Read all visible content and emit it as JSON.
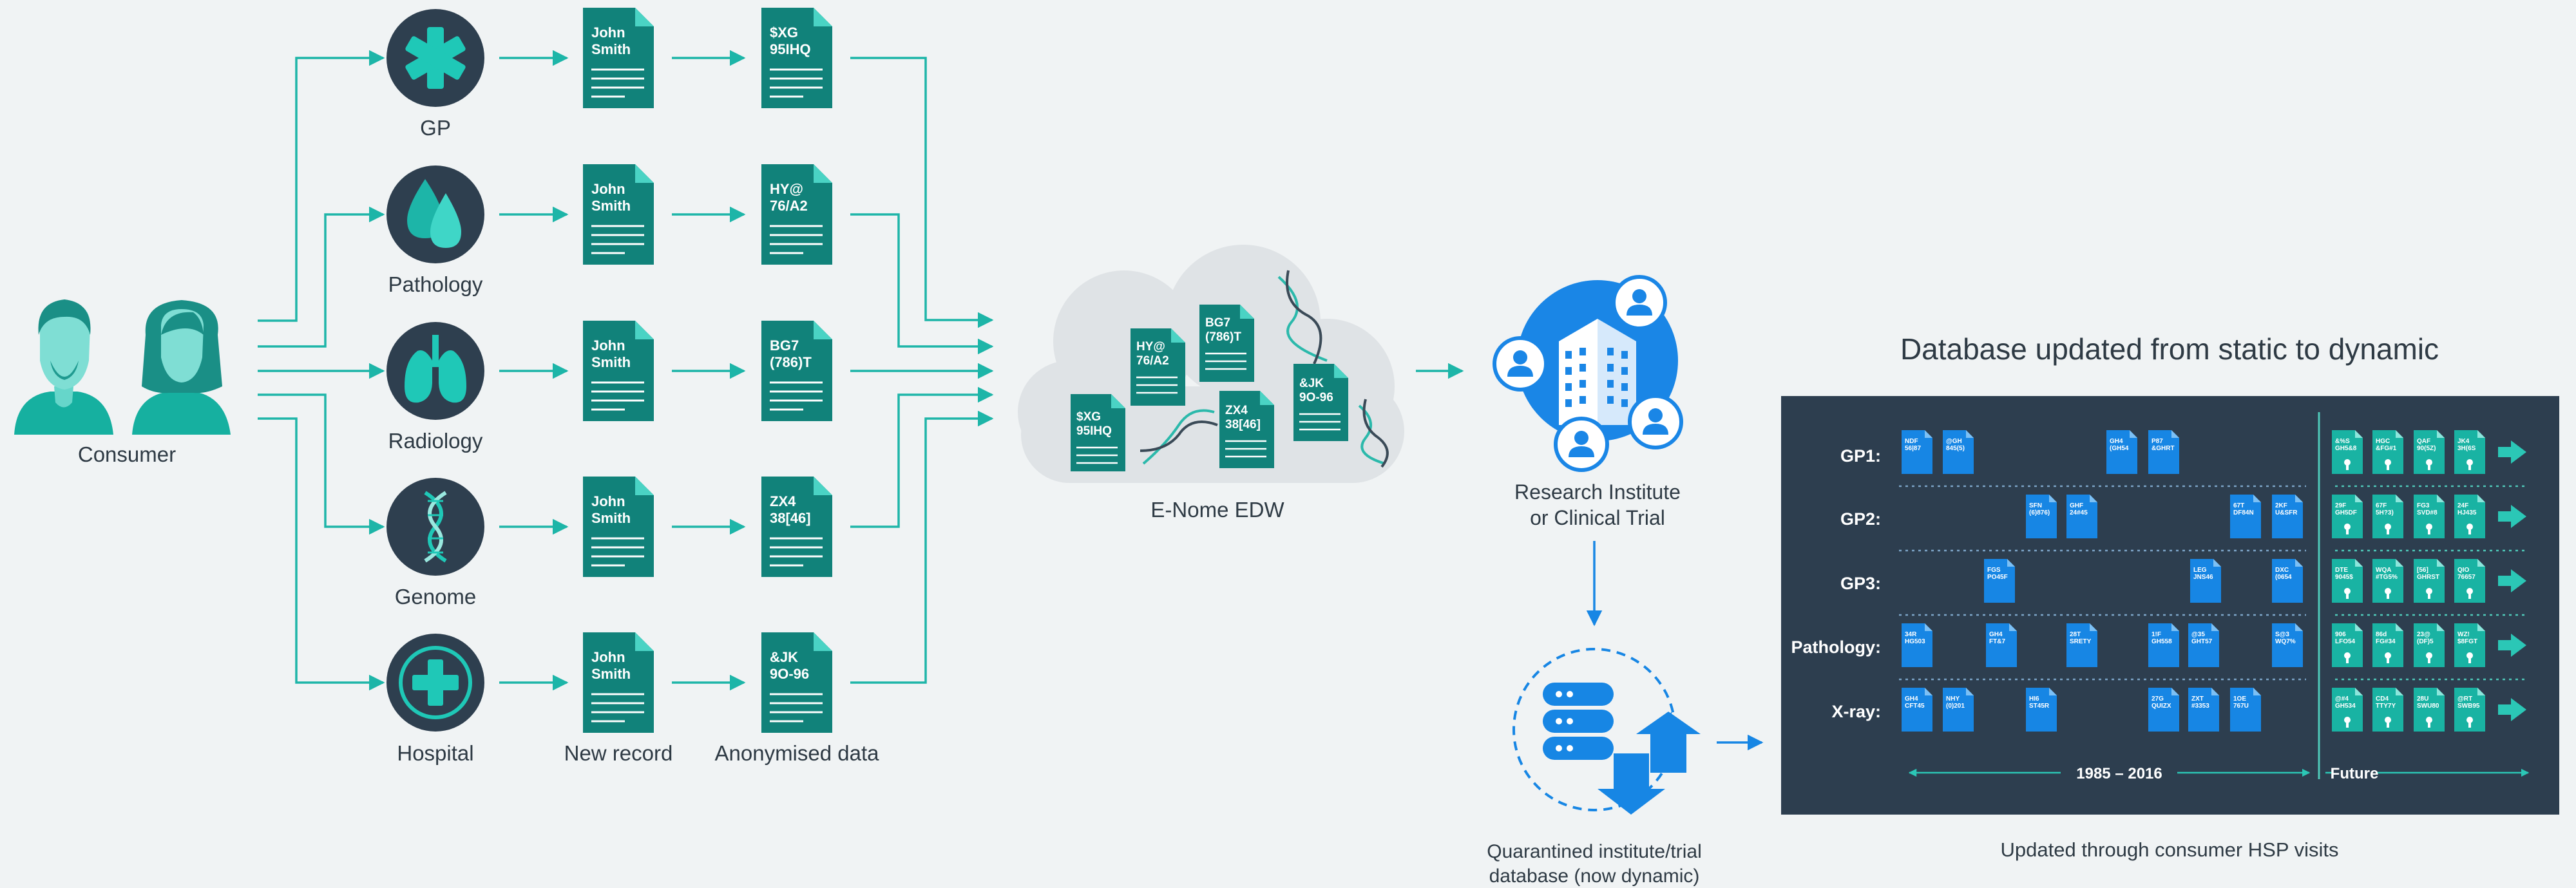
{
  "consumer": {
    "label": "Consumer"
  },
  "sources": [
    {
      "label": "GP",
      "icon": "asterisk-icon",
      "record": [
        "John",
        "Smith"
      ],
      "anon": [
        "$XG",
        "95IHQ"
      ]
    },
    {
      "label": "Pathology",
      "icon": "drop-icon",
      "record": [
        "John",
        "Smith"
      ],
      "anon": [
        "HY@",
        "76/A2"
      ]
    },
    {
      "label": "Radiology",
      "icon": "lungs-icon",
      "record": [
        "John",
        "Smith"
      ],
      "anon": [
        "BG7",
        "(786)T"
      ]
    },
    {
      "label": "Genome",
      "icon": "dna-icon",
      "record": [
        "John",
        "Smith"
      ],
      "anon": [
        "ZX4",
        "38[46]"
      ]
    },
    {
      "label": "Hospital",
      "icon": "medical-cross-icon",
      "record": [
        "John",
        "Smith"
      ],
      "anon": [
        "&JK",
        "9O-96"
      ]
    }
  ],
  "columns": {
    "new_record": "New record",
    "anonymised": "Anonymised data"
  },
  "edw": {
    "label": "E-Nome EDW",
    "docs": [
      [
        "HY@",
        "76/A2"
      ],
      [
        "BG7",
        "(786)T"
      ],
      [
        "$XG",
        "95IHQ"
      ],
      [
        "ZX4",
        "38[46]"
      ],
      [
        "&JK",
        "9O-96"
      ]
    ]
  },
  "research": {
    "line1": "Research Institute",
    "line2": "or Clinical Trial"
  },
  "quarantine": {
    "line1": "Quarantined institute/trial",
    "line2": "database (now dynamic)"
  },
  "panel": {
    "title": "Database updated from static to dynamic",
    "caption": "Updated through consumer HSP visits",
    "range_label": "1985 – 2016",
    "future_label": "Future",
    "rows": [
      {
        "label": "GP1:",
        "docs": [
          [
            "NDF",
            "56|87"
          ],
          [
            "@GH",
            "845(5)"
          ],
          [
            "GH4",
            "(GH54"
          ],
          [
            "P87",
            "&GHRT"
          ]
        ],
        "future": [
          [
            "&%S",
            "GH5&8"
          ],
          [
            "HGC",
            "&FG#1"
          ],
          [
            "QAF",
            "90(5Z)"
          ],
          [
            "JK4",
            "3H(6S"
          ]
        ]
      },
      {
        "label": "GP2:",
        "docs": [
          [
            "SFN",
            "(6)876)"
          ],
          [
            "GHF",
            "24#45"
          ],
          [
            "67T",
            "DF84N"
          ],
          [
            "2KF",
            "U&SFR"
          ]
        ],
        "future": [
          [
            "29F",
            "GH5DF"
          ],
          [
            "67F",
            "5H?3)"
          ],
          [
            "FG3",
            "SVD#8"
          ],
          [
            "24F",
            "HJ435"
          ]
        ]
      },
      {
        "label": "GP3:",
        "docs": [
          [
            "FGS",
            "PO45F"
          ],
          [
            "LEG",
            "JNS46"
          ],
          [
            "DXC",
            "(0654"
          ]
        ],
        "future": [
          [
            "DTE",
            "9045$"
          ],
          [
            "WQA",
            "#TG5%"
          ],
          [
            "[56]",
            "GHRST"
          ],
          [
            "QIO",
            "76657"
          ]
        ]
      },
      {
        "label": "Pathology:",
        "docs": [
          [
            "34R",
            "HG503"
          ],
          [
            "GH4",
            "FT&7"
          ],
          [
            "28T",
            "SRETY"
          ],
          [
            "1!F",
            "GH558"
          ],
          [
            "@35",
            "GHT57"
          ],
          [
            "S@3",
            "WQ7%"
          ]
        ],
        "future": [
          [
            "906",
            "LFO54"
          ],
          [
            "86d",
            "FG#34"
          ],
          [
            "23@",
            "(DF)5"
          ],
          [
            "WZ!",
            "$8FGT"
          ]
        ]
      },
      {
        "label": "X-ray:",
        "docs": [
          [
            "GH4",
            "CFT45"
          ],
          [
            "NHY",
            "(0)201"
          ],
          [
            "HI6",
            "ST45R"
          ],
          [
            "27G",
            "QUIZX"
          ],
          [
            "ZXT",
            "#3353"
          ],
          [
            "1OE",
            "767U"
          ]
        ],
        "future": [
          [
            "@#4",
            "GH534"
          ],
          [
            "CD4",
            "TTY7Y"
          ],
          [
            "28U",
            "SWU80"
          ],
          [
            "@RT",
            "SWB95"
          ]
        ]
      }
    ]
  }
}
